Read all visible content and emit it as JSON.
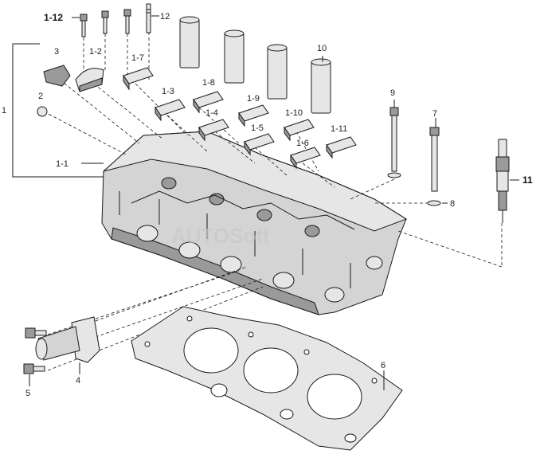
{
  "callouts": {
    "c1": "1",
    "c1_1": "1-1",
    "c1_2": "1-2",
    "c1_3": "1-3",
    "c1_4": "1-4",
    "c1_5": "1-5",
    "c1_6": "1-6",
    "c1_7": "1-7",
    "c1_8": "1-8",
    "c1_9": "1-9",
    "c1_10": "1-10",
    "c1_11": "1-11",
    "c1_12a": "1-12",
    "c1_12b": "12",
    "c2": "2",
    "c3": "3",
    "c4": "4",
    "c5": "5",
    "c6": "6",
    "c7": "7",
    "c8": "8",
    "c9": "9",
    "c10": "10",
    "c11": "11"
  },
  "watermark": "AUTOSoft"
}
